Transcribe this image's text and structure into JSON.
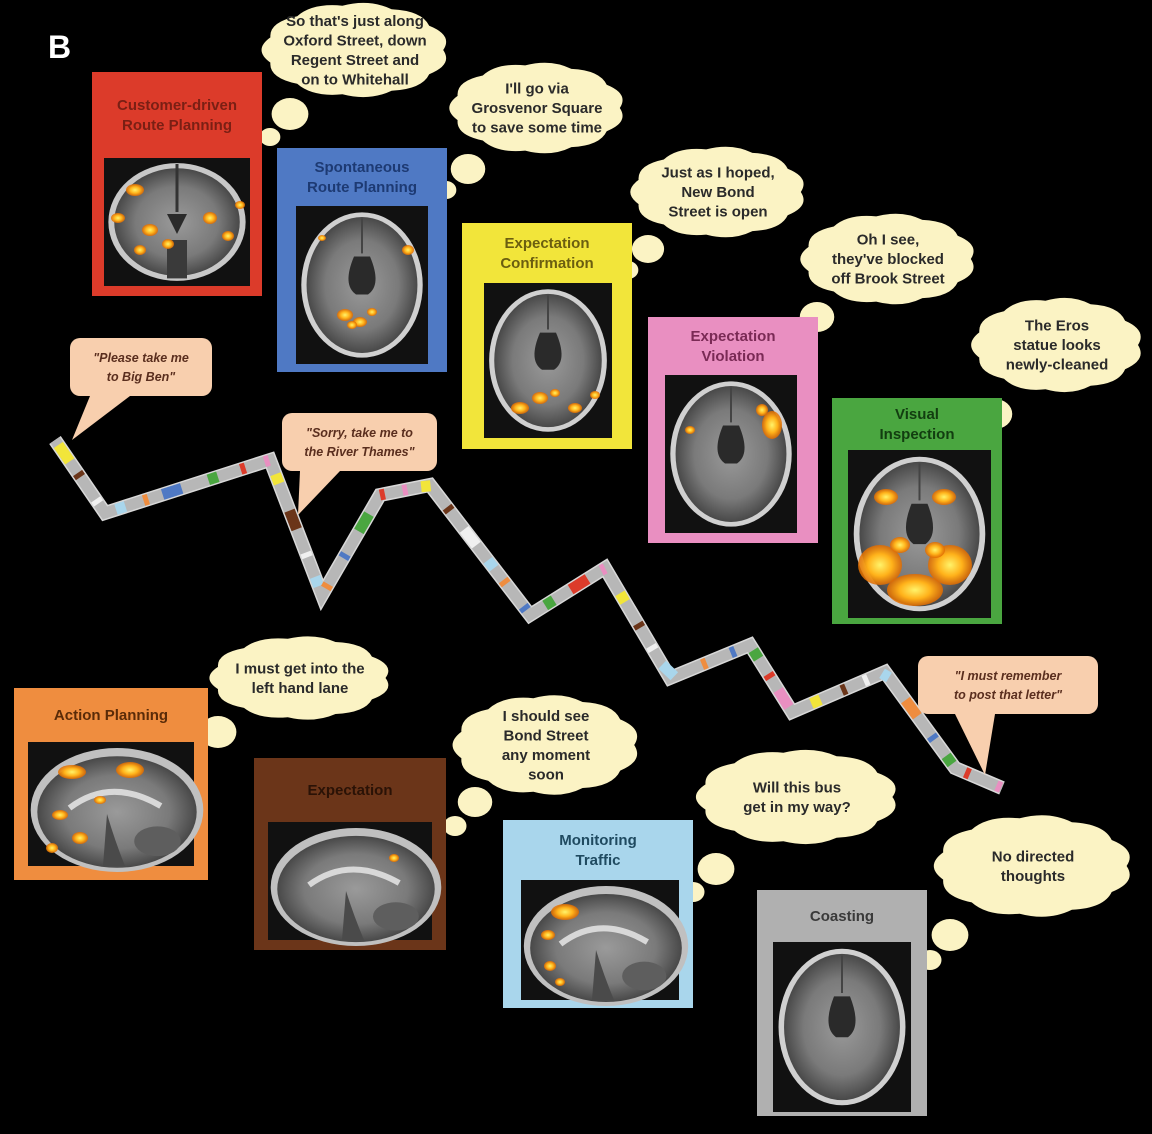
{
  "figure_label": "B",
  "panels": [
    {
      "id": "customer-driven-route-planning",
      "label_lines": [
        "Customer-driven",
        "Route Planning"
      ],
      "color": "#dc3b2a",
      "label_color": "#7a1f14",
      "view": "coronal"
    },
    {
      "id": "spontaneous-route-planning",
      "label_lines": [
        "Spontaneous",
        "Route Planning"
      ],
      "color": "#4f79c4",
      "label_color": "#1d3a73",
      "view": "axial"
    },
    {
      "id": "expectation-confirmation",
      "label_lines": [
        "Expectation",
        "Confirmation"
      ],
      "color": "#f2e53a",
      "label_color": "#6b5e10",
      "view": "axial"
    },
    {
      "id": "expectation-violation",
      "label_lines": [
        "Expectation",
        "Violation"
      ],
      "color": "#e98fc1",
      "label_color": "#7a2a55",
      "view": "axial"
    },
    {
      "id": "visual-inspection",
      "label_lines": [
        "Visual",
        "Inspection"
      ],
      "color": "#4aa640",
      "label_color": "#123d10",
      "view": "axial"
    },
    {
      "id": "action-planning",
      "label_lines": [
        "Action Planning"
      ],
      "color": "#ef8d3f",
      "label_color": "#5a2b08",
      "view": "sagittal"
    },
    {
      "id": "expectation",
      "label_lines": [
        "Expectation"
      ],
      "color": "#6b3519",
      "label_color": "#2a1206",
      "view": "sagittal"
    },
    {
      "id": "monitoring-traffic",
      "label_lines": [
        "Monitoring",
        "Traffic"
      ],
      "color": "#a9d6ec",
      "label_color": "#1f4a60",
      "view": "sagittal"
    },
    {
      "id": "coasting",
      "label_lines": [
        "Coasting"
      ],
      "color": "#b0b0b0",
      "label_color": "#3a3a3a",
      "view": "axial"
    }
  ],
  "thoughts": [
    {
      "id": "oxford-street",
      "lines": [
        "So that's just along",
        "Oxford Street, down",
        "Regent Street and",
        "on to Whitehall"
      ]
    },
    {
      "id": "grosvenor-square",
      "lines": [
        "I'll go via",
        "Grosvenor Square",
        "to save some time"
      ]
    },
    {
      "id": "new-bond-street",
      "lines": [
        "Just as I hoped,",
        "New Bond",
        "Street is open"
      ]
    },
    {
      "id": "brook-street",
      "lines": [
        "Oh I see,",
        "they've blocked",
        "off Brook Street"
      ]
    },
    {
      "id": "eros-statue",
      "lines": [
        "The Eros",
        "statue looks",
        "newly-cleaned"
      ]
    },
    {
      "id": "left-hand-lane",
      "lines": [
        "I must get into the",
        "left hand lane"
      ]
    },
    {
      "id": "bond-street-soon",
      "lines": [
        "I should see",
        "Bond Street",
        "any moment",
        "soon"
      ]
    },
    {
      "id": "bus",
      "lines": [
        "Will this bus",
        "get in my way?"
      ]
    },
    {
      "id": "no-directed",
      "lines": [
        "No directed",
        "thoughts"
      ]
    }
  ],
  "speech": [
    {
      "id": "big-ben",
      "lines": [
        "\"Please take me",
        "to Big Ben\""
      ]
    },
    {
      "id": "river-thames",
      "lines": [
        "\"Sorry, take me to",
        "the River Thames\""
      ]
    },
    {
      "id": "post-letter",
      "lines": [
        "\"I must remember",
        "to post that letter\""
      ]
    }
  ],
  "route": {
    "segment_colors": [
      "#4aa640",
      "#6b3519",
      "#4f79c4",
      "#f2e53a",
      "#ef8d3f",
      "#e98fc1",
      "#a9d6ec",
      "#dc3b2a",
      "#f0f0f0"
    ],
    "base_color": "#b7b7b7"
  }
}
